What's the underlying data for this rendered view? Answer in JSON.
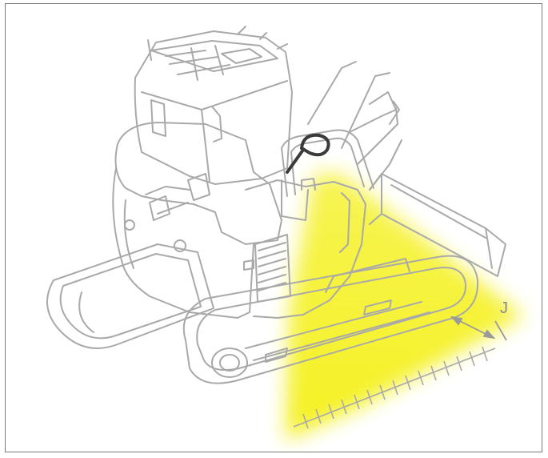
{
  "figure": {
    "subject": "excavator-with-blade",
    "highlighted_area": "right-rear-blind-spot",
    "highlight_color": "#f4f01a",
    "line_color": "#a9a9a9",
    "marked_part": "rear-view-mirror",
    "marked_part_color": "#3a3a3a",
    "dimension_label": "J"
  }
}
